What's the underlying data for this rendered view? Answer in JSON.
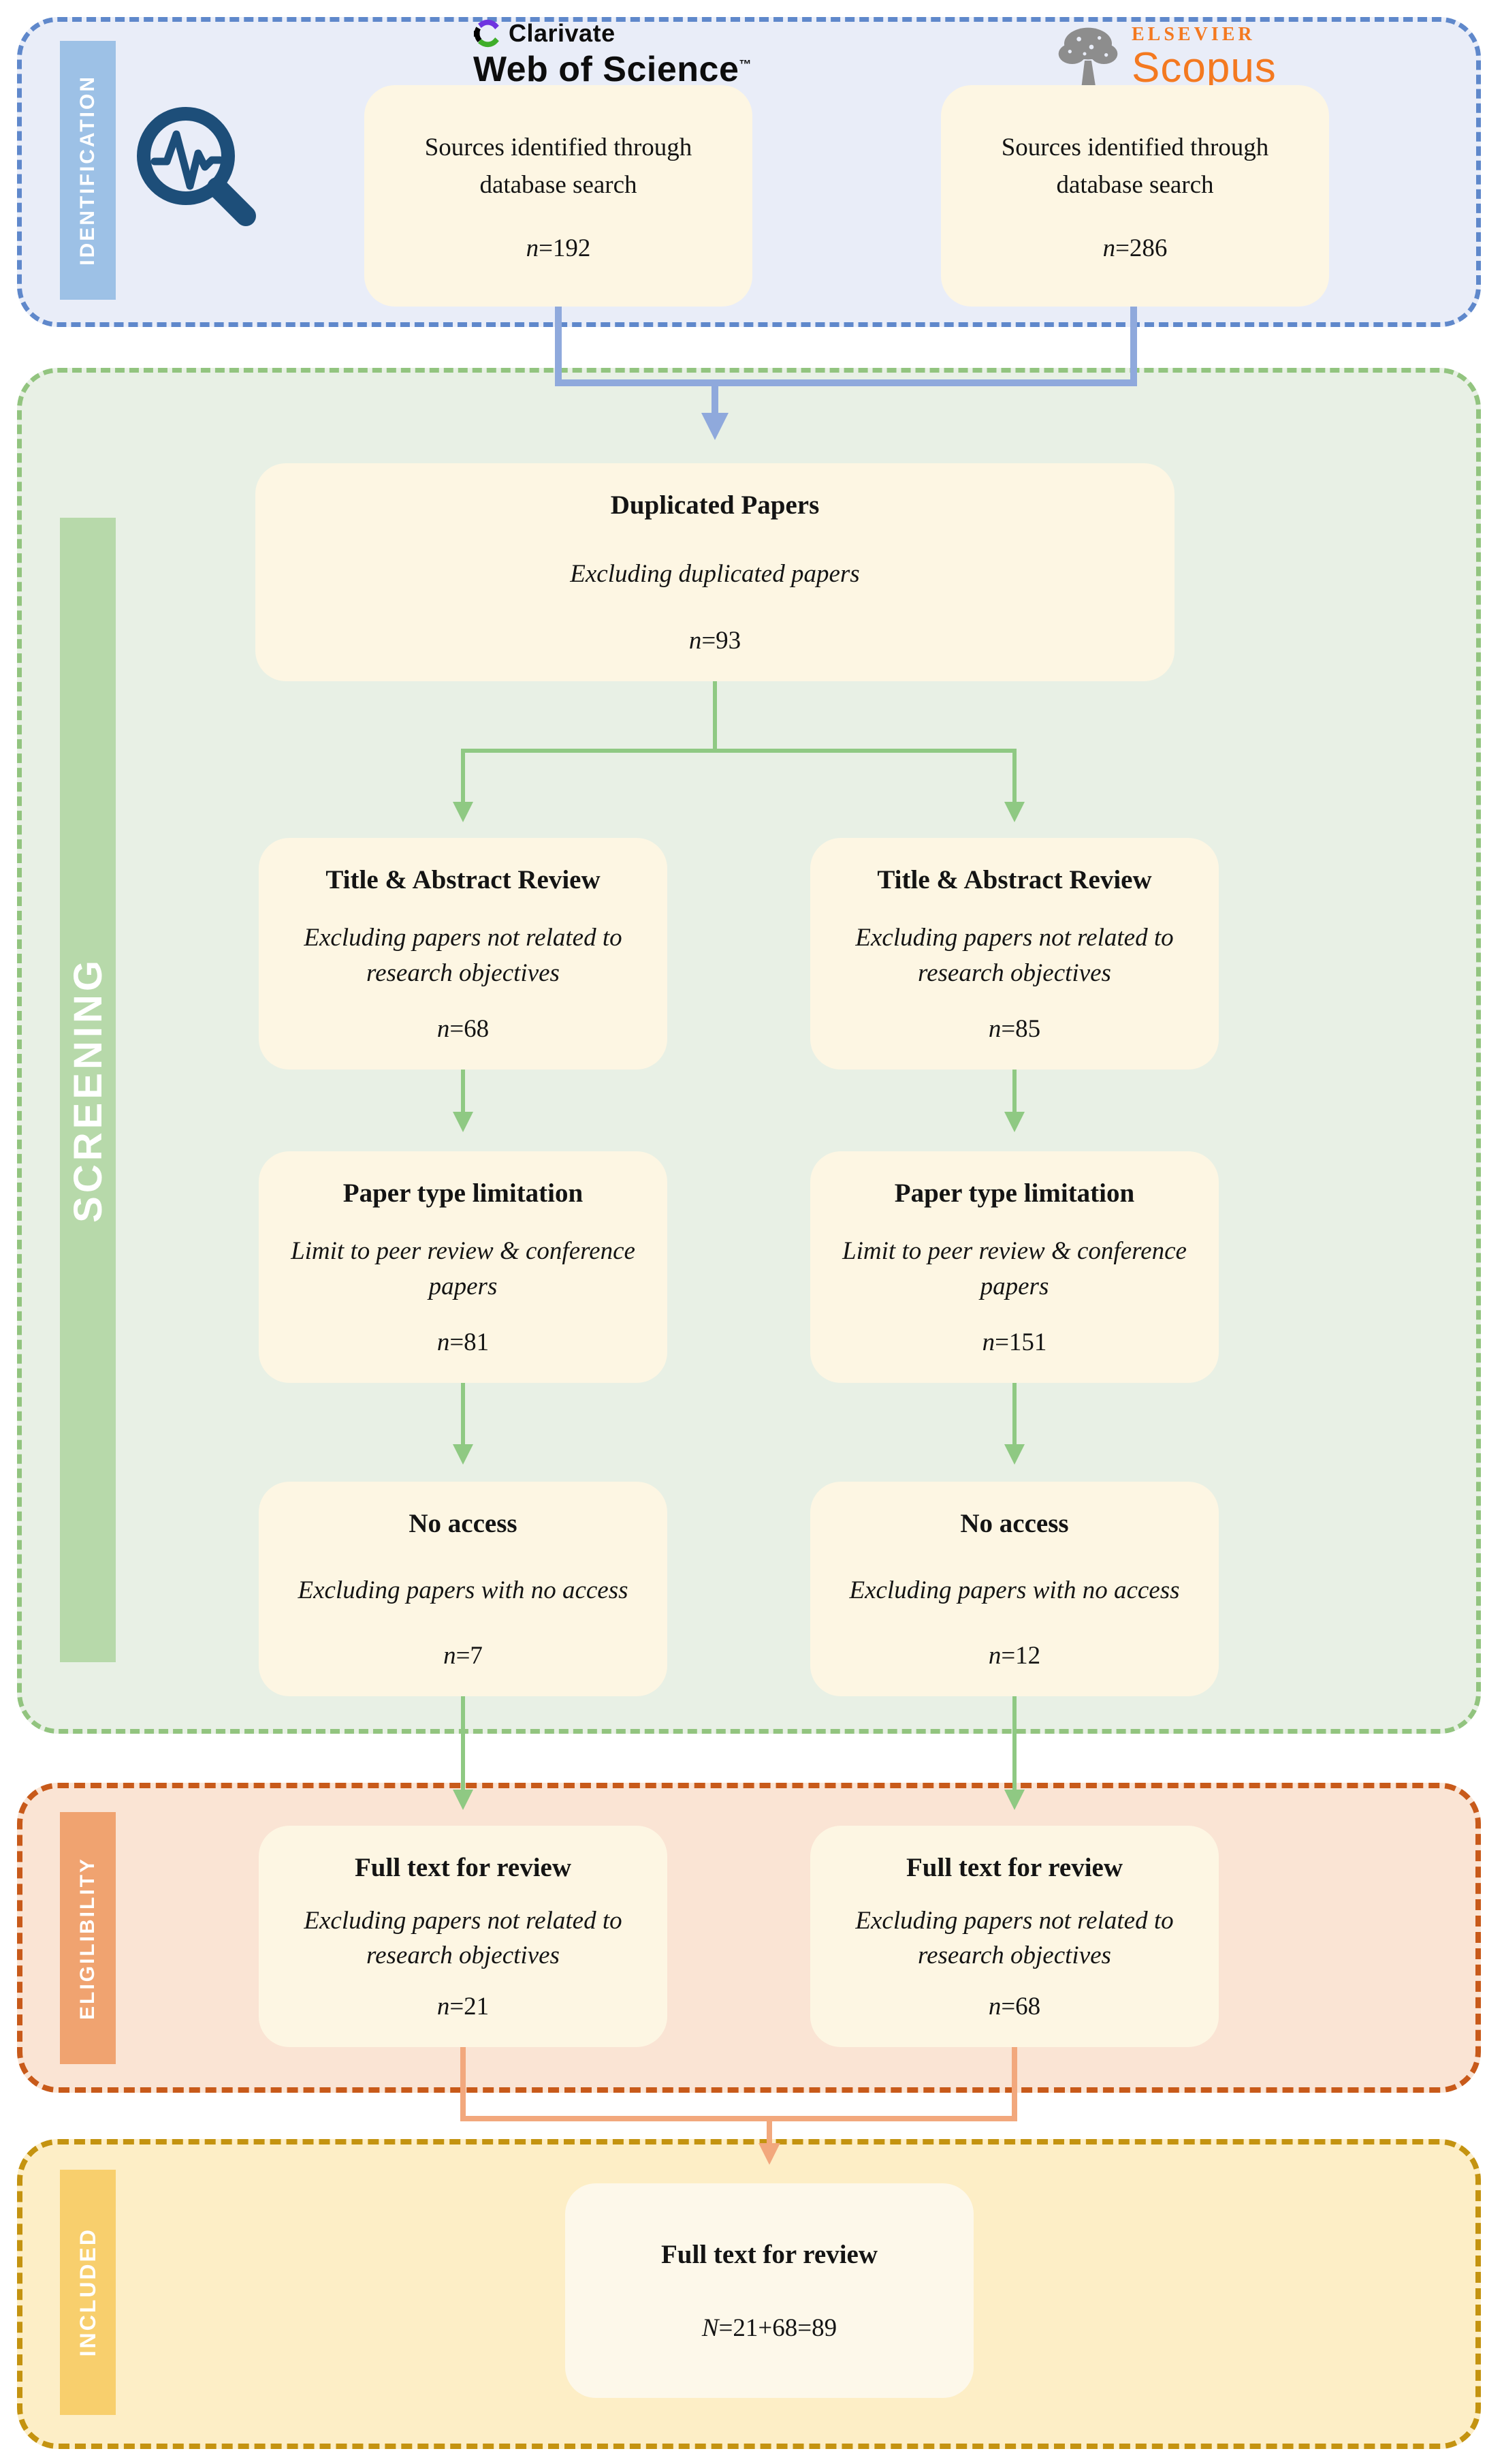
{
  "sections": {
    "identification": {
      "label": "IDENTIFICATION"
    },
    "screening": {
      "label": "SCREENING"
    },
    "eligibility": {
      "label": "ELIGILIBILITY"
    },
    "included": {
      "label": "INCLUDED"
    }
  },
  "logos": {
    "web_of_science": {
      "brand": "Clarivate",
      "product": "Web of Science",
      "trademark": "™"
    },
    "scopus": {
      "publisher": "ELSEVIER",
      "product": "Scopus"
    }
  },
  "boxes": {
    "source_wos": {
      "text": "Sources identified through database search",
      "n_var": "n",
      "n_rest": "=192"
    },
    "source_scopus": {
      "text": "Sources identified through database search",
      "n_var": "n",
      "n_rest": "=286"
    },
    "duplicated": {
      "title": "Duplicated Papers",
      "note": "Excluding duplicated papers",
      "n_var": "n",
      "n_rest": "=93"
    },
    "title_abstract_wos": {
      "title": "Title & Abstract Review",
      "note": "Excluding papers not related to research objectives",
      "n_var": "n",
      "n_rest": "=68"
    },
    "title_abstract_scopus": {
      "title": "Title & Abstract Review",
      "note": "Excluding papers not related to research objectives",
      "n_var": "n",
      "n_rest": "=85"
    },
    "paper_type_wos": {
      "title": "Paper type limitation",
      "note": "Limit to peer review & conference papers",
      "n_var": "n",
      "n_rest": "=81"
    },
    "paper_type_scopus": {
      "title": "Paper type limitation",
      "note": "Limit to peer review & conference papers",
      "n_var": "n",
      "n_rest": "=151"
    },
    "no_access_wos": {
      "title": "No access",
      "note": "Excluding papers with no access",
      "n_var": "n",
      "n_rest": "=7"
    },
    "no_access_scopus": {
      "title": "No access",
      "note": "Excluding papers with no access",
      "n_var": "n",
      "n_rest": "=12"
    },
    "full_text_wos": {
      "title": "Full text for review",
      "note": "Excluding papers not related to research objectives",
      "n_var": "n",
      "n_rest": "=21"
    },
    "full_text_scopus": {
      "title": "Full text for review",
      "note": "Excluding papers not related to research objectives",
      "n_var": "n",
      "n_rest": "=68"
    },
    "included_final": {
      "title": "Full text for review",
      "n_var": "N",
      "n_rest": "=21+68=89"
    }
  },
  "colors": {
    "identification_border": "#5f88cb",
    "identification_bg": "#e9edf8",
    "identification_bar": "#9dc1e6",
    "blue_arrow": "#8fa9dc",
    "screening_border": "#92c47f",
    "screening_bg": "#e8f0e5",
    "screening_bar": "#b7d9aa",
    "green_arrow": "#8fc983",
    "eligibility_border": "#c85a1a",
    "eligibility_bg": "#fae4d4",
    "eligibility_bar": "#f0a370",
    "orange_arrow": "#f2a87d",
    "included_border": "#c49310",
    "included_bg": "#fdeec6",
    "included_bar": "#f8cf6d",
    "box_bg": "#fdf6e3",
    "scopus_orange": "#f47920",
    "icon_navy": "#1d4e79"
  }
}
